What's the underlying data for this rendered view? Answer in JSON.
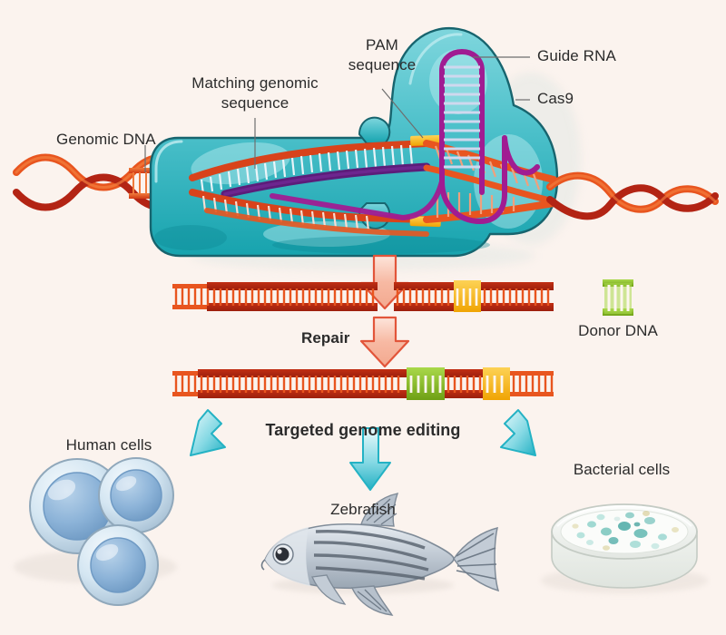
{
  "figure": {
    "domain": "diagram",
    "subject": "CRISPR-Cas9 targeted genome editing",
    "background_color": "#fbf3ee",
    "text_color": "#2b2b2b"
  },
  "palette": {
    "background": "#fbf3ee",
    "cas9_teal_fill": "#4fc3cb",
    "cas9_teal_dark": "#1f9aa5",
    "cas9_teal_light": "#8fdde3",
    "cas9_outline": "#17646e",
    "guide_rna_purple": "#a01c92",
    "matching_sequence_purple": "#5c1d7a",
    "dna_orange": "#e8551f",
    "dna_orange_light": "#f07b3a",
    "dna_red_dark": "#b32414",
    "pam_yellow": "#f7b419",
    "donor_green": "#8cc425",
    "donor_green_dark": "#6fa015",
    "rung_cream": "#fdf6ef",
    "arrow_red_light": "#fbcdbc",
    "arrow_red_outline": "#e2553a",
    "arrow_teal_light": "#d9f3f6",
    "arrow_teal_dark": "#24b2c4",
    "cell_blue": "#9dc0e0",
    "cell_blue_light": "#d5e6f3",
    "fish_gray": "#c9cfd6",
    "dish_white": "#f4f6f3"
  },
  "labels": {
    "genomic_dna": "Genomic DNA",
    "matching_genomic_sequence_line1": "Matching genomic",
    "matching_genomic_sequence_line2": "sequence",
    "pam_sequence_line1": "PAM",
    "pam_sequence_line2": "sequence",
    "guide_rna": "Guide RNA",
    "cas9": "Cas9",
    "repair": "Repair",
    "donor_dna": "Donor DNA",
    "targeted_genome_editing": "Targeted genome editing",
    "human_cells": "Human cells",
    "zebrafish": "Zebrafish",
    "bacterial_cells": "Bacterial cells"
  },
  "stages": [
    {
      "id": "binding",
      "name": "Cas9 bound to genomic DNA",
      "elements": [
        "genomic-dna-helix-left",
        "genomic-dna-helix-right",
        "cas9-protein-body",
        "guide-rna-hairpin",
        "matching-genomic-sequence",
        "pam-sequence-marker"
      ]
    },
    {
      "id": "cut",
      "name": "Cut double-stranded DNA",
      "elements": [
        "cut-dna-left-fragment",
        "cut-dna-right-fragment",
        "pam-segment"
      ]
    },
    {
      "id": "repair",
      "name": "Repair with donor DNA",
      "elements": [
        "repaired-dna-strand",
        "donor-insert-green",
        "pam-segment"
      ]
    },
    {
      "id": "outcomes",
      "name": "Targeted genome editing outcomes",
      "elements": [
        "human-cells",
        "zebrafish",
        "bacterial-cells"
      ]
    }
  ],
  "outcomes": [
    {
      "key": "human_cells",
      "label": "Human cells",
      "icon": "three-blue-cells"
    },
    {
      "key": "zebrafish",
      "label": "Zebrafish",
      "icon": "striped-fish"
    },
    {
      "key": "bacterial_cells",
      "label": "Bacterial cells",
      "icon": "petri-dish-colonies"
    }
  ],
  "arrows": [
    {
      "name": "cut-arrow",
      "color": "#fbcdbc",
      "direction": "down"
    },
    {
      "name": "repair-arrow",
      "color": "#fbcdbc",
      "direction": "down"
    },
    {
      "name": "outcome-arrow-human",
      "color": "#24b2c4",
      "direction": "down-left"
    },
    {
      "name": "outcome-arrow-zebrafish",
      "color": "#24b2c4",
      "direction": "down"
    },
    {
      "name": "outcome-arrow-bacterial",
      "color": "#24b2c4",
      "direction": "down-right"
    }
  ]
}
